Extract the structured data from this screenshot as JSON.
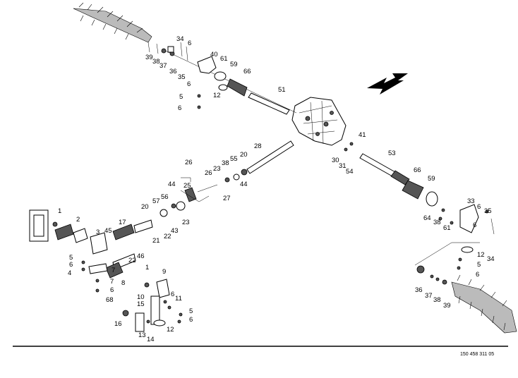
{
  "drawing": {
    "reference_number": "150 458 311 05",
    "callouts": [
      {
        "id": "c39a",
        "text": "39"
      },
      {
        "id": "c38a",
        "text": "38"
      },
      {
        "id": "c37a",
        "text": "37"
      },
      {
        "id": "c36a",
        "text": "36"
      },
      {
        "id": "c34a",
        "text": "34"
      },
      {
        "id": "c6a",
        "text": "6"
      },
      {
        "id": "c35a",
        "text": "35"
      },
      {
        "id": "c6b",
        "text": "6"
      },
      {
        "id": "c40a",
        "text": "40"
      },
      {
        "id": "c61a",
        "text": "61"
      },
      {
        "id": "c59a",
        "text": "59"
      },
      {
        "id": "c66a",
        "text": "66"
      },
      {
        "id": "c12a",
        "text": "12"
      },
      {
        "id": "c5a",
        "text": "5"
      },
      {
        "id": "c6c",
        "text": "6"
      },
      {
        "id": "c51",
        "text": "51"
      },
      {
        "id": "c28",
        "text": "28"
      },
      {
        "id": "c20a",
        "text": "20"
      },
      {
        "id": "c55",
        "text": "55"
      },
      {
        "id": "c38b",
        "text": "38"
      },
      {
        "id": "c23a",
        "text": "23"
      },
      {
        "id": "c26a",
        "text": "26"
      },
      {
        "id": "c44a",
        "text": "44"
      },
      {
        "id": "c27",
        "text": "27"
      },
      {
        "id": "c26b",
        "text": "26"
      },
      {
        "id": "c25",
        "text": "25"
      },
      {
        "id": "c44b",
        "text": "44"
      },
      {
        "id": "c56",
        "text": "56"
      },
      {
        "id": "c57",
        "text": "57"
      },
      {
        "id": "c20b",
        "text": "20"
      },
      {
        "id": "c23b",
        "text": "23"
      },
      {
        "id": "c43",
        "text": "43"
      },
      {
        "id": "c22a",
        "text": "22"
      },
      {
        "id": "c21",
        "text": "21"
      },
      {
        "id": "c17",
        "text": "17"
      },
      {
        "id": "c22b",
        "text": "22"
      },
      {
        "id": "c46",
        "text": "46"
      },
      {
        "id": "c1a",
        "text": "1"
      },
      {
        "id": "c2",
        "text": "2"
      },
      {
        "id": "c3",
        "text": "3"
      },
      {
        "id": "c45",
        "text": "45"
      },
      {
        "id": "c5b",
        "text": "5"
      },
      {
        "id": "c6d",
        "text": "6"
      },
      {
        "id": "c4",
        "text": "4"
      },
      {
        "id": "c7a",
        "text": "7"
      },
      {
        "id": "c7b",
        "text": "7"
      },
      {
        "id": "c6e",
        "text": "6"
      },
      {
        "id": "c68",
        "text": "68"
      },
      {
        "id": "c8",
        "text": "8"
      },
      {
        "id": "c1b",
        "text": "1"
      },
      {
        "id": "c9",
        "text": "9"
      },
      {
        "id": "c10",
        "text": "10"
      },
      {
        "id": "c6f",
        "text": "6"
      },
      {
        "id": "c11",
        "text": "11"
      },
      {
        "id": "c5c",
        "text": "5"
      },
      {
        "id": "c6g",
        "text": "6"
      },
      {
        "id": "c15",
        "text": "15"
      },
      {
        "id": "c16",
        "text": "16"
      },
      {
        "id": "c13",
        "text": "13"
      },
      {
        "id": "c14",
        "text": "14"
      },
      {
        "id": "c12b",
        "text": "12"
      },
      {
        "id": "c41",
        "text": "41"
      },
      {
        "id": "c30",
        "text": "30"
      },
      {
        "id": "c31",
        "text": "31"
      },
      {
        "id": "c54",
        "text": "54"
      },
      {
        "id": "c53",
        "text": "53"
      },
      {
        "id": "c66b",
        "text": "66"
      },
      {
        "id": "c59b",
        "text": "59"
      },
      {
        "id": "c33",
        "text": "33"
      },
      {
        "id": "c6h",
        "text": "6"
      },
      {
        "id": "c35b",
        "text": "35"
      },
      {
        "id": "c64",
        "text": "64"
      },
      {
        "id": "c38c",
        "text": "38"
      },
      {
        "id": "c61b",
        "text": "61"
      },
      {
        "id": "c6i",
        "text": "6"
      },
      {
        "id": "c34b",
        "text": "34"
      },
      {
        "id": "c12c",
        "text": "12"
      },
      {
        "id": "c5d",
        "text": "5"
      },
      {
        "id": "c6j",
        "text": "6"
      },
      {
        "id": "c36b",
        "text": "36"
      },
      {
        "id": "c37b",
        "text": "37"
      },
      {
        "id": "c38d",
        "text": "38"
      },
      {
        "id": "c39b",
        "text": "39"
      }
    ]
  }
}
